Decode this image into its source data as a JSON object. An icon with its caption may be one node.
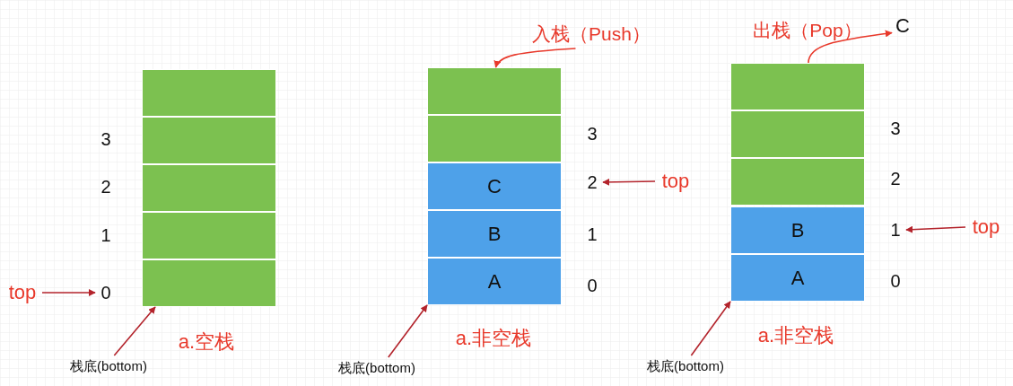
{
  "diagram": {
    "nodes": [
      {
        "text": [],
        "shape": "box"
      },
      {
        "text": [],
        "shape": "box"
      },
      {
        "text": [],
        "shape": "box"
      },
      {
        "text": [],
        "shape": "box"
      },
      {
        "text": [],
        "shape": "box"
      },
      {
        "text": [
          "0"
        ]
      },
      {
        "text": [
          "top"
        ]
      },
      {
        "text": [
          "栈底(bottom)"
        ]
      },
      {
        "text": [
          "入栈（Push）"
        ]
      },
      {
        "text": [],
        "shape": "box"
      },
      {
        "text": [],
        "shape": "box"
      },
      {
        "text": [
          "C"
        ]
      },
      {
        "text": [
          "B"
        ]
      },
      {
        "text": [
          "A"
        ]
      },
      {
        "text": [
          "2"
        ]
      },
      {
        "text": [
          "top"
        ]
      },
      {
        "text": [
          "栈底(bottom)"
        ]
      },
      {
        "text": [
          "出栈（Pop）"
        ]
      },
      {
        "text": [
          "C"
        ]
      },
      {
        "text": [],
        "shape": "box"
      },
      {
        "text": [],
        "shape": "box"
      },
      {
        "text": [],
        "shape": "box"
      },
      {
        "text": [
          "B"
        ]
      },
      {
        "text": [
          "A"
        ]
      },
      {
        "text": [
          "1"
        ]
      },
      {
        "text": [
          "top"
        ]
      },
      {
        "text": [
          "栈底(bottom)"
        ]
      }
    ],
    "edges": [
      {
        "from": 6,
        "to": 5,
        "arrow": "to"
      },
      {
        "from": 7,
        "to": 4,
        "arrow": "to"
      },
      {
        "from": 8,
        "to": 9,
        "arrow": "to",
        "color": "#e8392b"
      },
      {
        "from": 15,
        "to": 14,
        "arrow": "to"
      },
      {
        "from": 16,
        "to": 13,
        "arrow": "to"
      },
      {
        "from": 19,
        "to": 18,
        "arrow": "to",
        "color": "#e8392b"
      },
      {
        "from": 25,
        "to": 24,
        "arrow": "to"
      },
      {
        "from": 26,
        "to": 23,
        "arrow": "to"
      }
    ],
    "labels": [
      "3",
      "2",
      "1",
      "a.空栈",
      "3",
      "1",
      "0",
      "a.非空栈",
      "3",
      "2",
      "0",
      "a.非空栈"
    ]
  }
}
